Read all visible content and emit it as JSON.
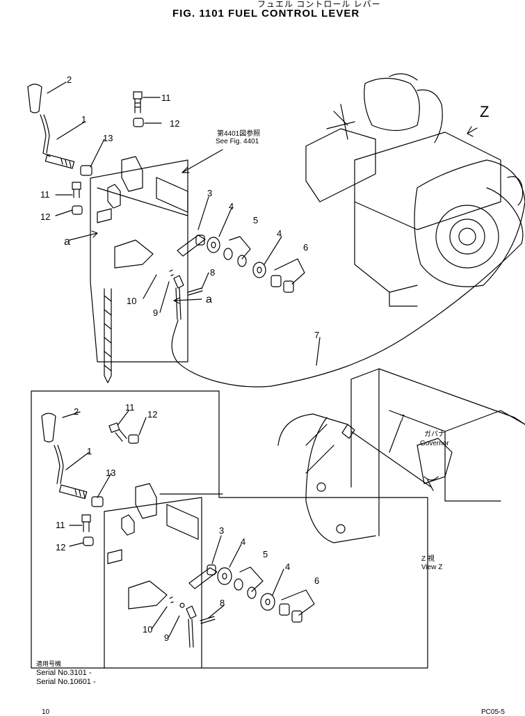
{
  "header": {
    "title_jp": "フュエル コントロール レバー",
    "title": "FIG. 1101  FUEL CONTROL LEVER"
  },
  "callouts_top": [
    "2",
    "1",
    "13",
    "11",
    "12",
    "11",
    "12",
    "3",
    "4",
    "5",
    "4",
    "6",
    "8",
    "a",
    "a",
    "10",
    "9",
    "7"
  ],
  "callouts_bottom": [
    "2",
    "11",
    "12",
    "1",
    "13",
    "11",
    "12",
    "3",
    "4",
    "5",
    "4",
    "6",
    "8",
    "10",
    "9"
  ],
  "view_marker": "Z",
  "refs": {
    "see_fig_jp": "第4401図参照",
    "see_fig": "See Fig. 4401"
  },
  "view_z": {
    "callout": "7",
    "governor_jp": "ガバナ",
    "governor": "Governor",
    "label_jp": "Z 視",
    "label": "View Z"
  },
  "footer": {
    "applicable_jp": "適用号機",
    "serial_1": "Serial No.3101 -",
    "serial_2": "Serial No.10601 -",
    "page_left": "10",
    "page_code": "PC05-5"
  }
}
